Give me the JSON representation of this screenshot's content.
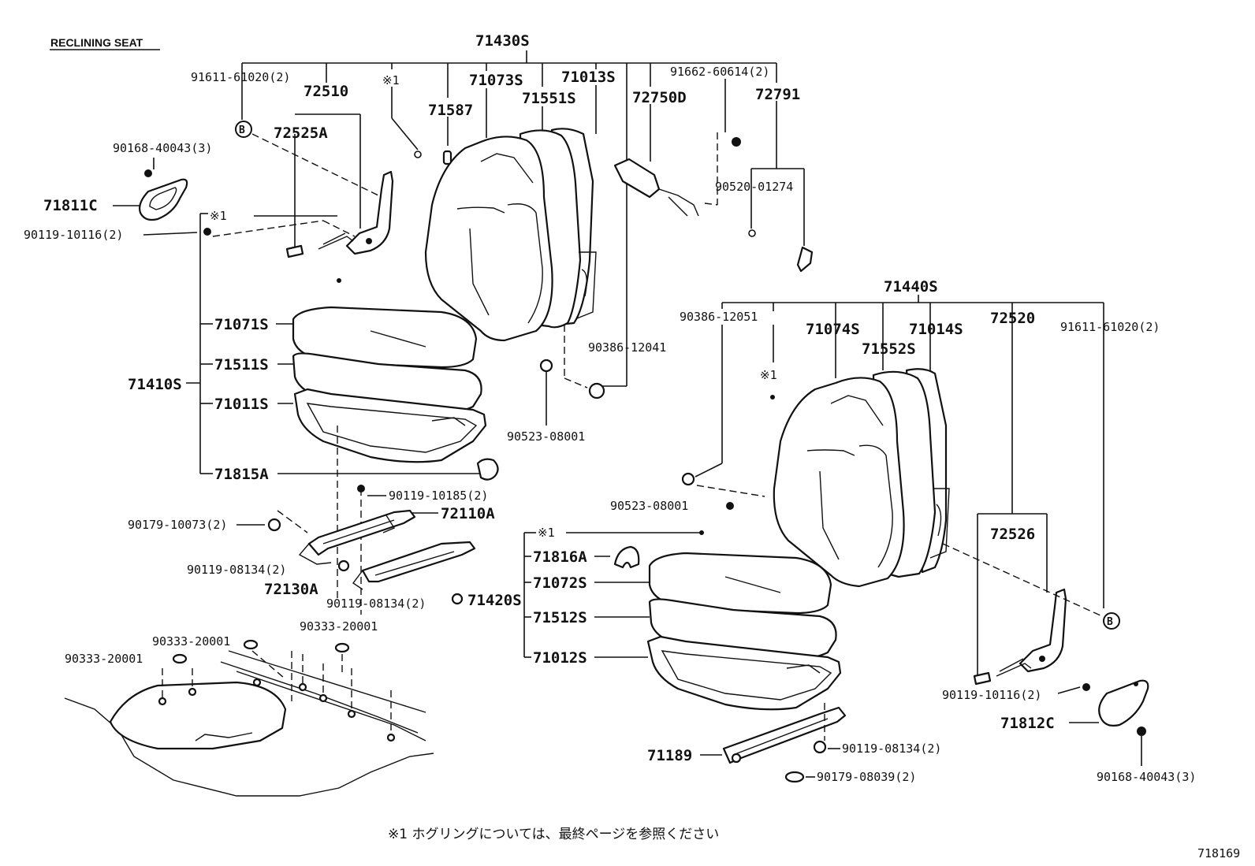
{
  "title": "RECLINING SEAT",
  "footnote": "※1 ホグリングについては、最終ページを参照ください",
  "figure_id": "718169",
  "callout_b": "B",
  "left_seat": {
    "back_assy": "71430S",
    "cushion_assy": "71410S",
    "adjuster_assy": "71420S",
    "parts": {
      "p91611_61020": "91611-61020(2)",
      "p72510": "72510",
      "p72525A": "72525A",
      "p90168_40043": "90168-40043(3)",
      "p71811C": "71811C",
      "p90119_10116": "90119-10116(2)",
      "ring1": "※1",
      "p71587": "71587",
      "p71073S": "71073S",
      "p71551S": "71551S",
      "p71013S": "71013S",
      "p72750D": "72750D",
      "p91662_60614": "91662-60614(2)",
      "p72791": "72791",
      "p90520_01274": "90520-01274",
      "ring2": "※1",
      "p71071S": "71071S",
      "p71511S": "71511S",
      "p71011S": "71011S",
      "p71815A": "71815A",
      "p90386_12041": "90386-12041",
      "p90523_08001": "90523-08001",
      "p90119_10185": "90119-10185(2)",
      "p72110A": "72110A",
      "p90179_10073": "90179-10073(2)",
      "p90119_08134a": "90119-08134(2)",
      "p72130A": "72130A",
      "p90119_08134b": "90119-08134(2)",
      "p90333_20001a": "90333-20001",
      "p90333_20001b": "90333-20001",
      "p90333_20001c": "90333-20001"
    }
  },
  "right_seat": {
    "back_assy": "71440S",
    "parts": {
      "p90386_12051": "90386-12051",
      "p71074S": "71074S",
      "p71552S": "71552S",
      "p71014S": "71014S",
      "p72520": "72520",
      "p91611_61020": "91611-61020(2)",
      "ring": "※1",
      "p90523_08001": "90523-08001",
      "ring2": "※1",
      "p71816A": "71816A",
      "p71072S": "71072S",
      "p71512S": "71512S",
      "p71012S": "71012S",
      "p72526": "72526",
      "p90119_10116": "90119-10116(2)",
      "p71812C": "71812C",
      "p90168_40043": "90168-40043(3)",
      "p71189": "71189",
      "p90119_08134": "90119-08134(2)",
      "p90179_08039": "90179-08039(2)"
    }
  }
}
